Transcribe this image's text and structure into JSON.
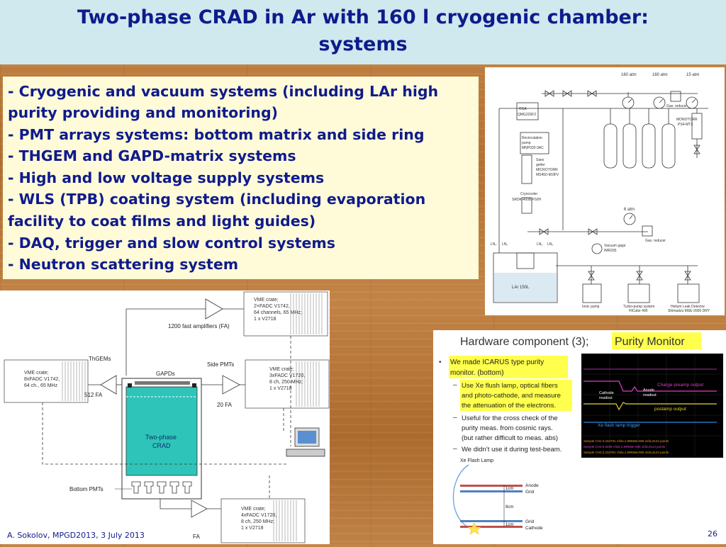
{
  "title": {
    "line1": "Two-phase CRAD in Ar with 160 l cryogenic chamber:",
    "line2": "systems"
  },
  "bullets": [
    "- Cryogenic and vacuum systems (including LAr high",
    "purity providing and monitoring)",
    "- PMT arrays systems: bottom matrix and side ring",
    "- THGEM and GAPD-matrix systems",
    "- High and low voltage supply systems",
    "- WLS (TPB) coating system (including evaporation",
    "facility to coat films and light guides)",
    "- DAQ, trigger and slow control systems",
    "- Neutron scattering system"
  ],
  "cryo_diagram": {
    "gauge_labels": [
      "160 atm",
      "160 atm",
      "15 atm",
      "6 atm"
    ],
    "rga": [
      "RGA",
      "QMG220F2"
    ],
    "recirc": [
      "Recirculation",
      "pump",
      "MNP020-3AC"
    ],
    "getter": [
      "Saes",
      "getter",
      "MICROTORR",
      "MS450-903FV"
    ],
    "cryocooler": [
      "Cryocooler",
      "SRDK-400B-F50H"
    ],
    "gas_reducer": "Gas. reducer",
    "monotorr": [
      "MONOTORR",
      "PS4-MT3"
    ],
    "vacuum_gauge": [
      "Vacuum gage",
      "IMR265"
    ],
    "ln2": "LN₂",
    "lar": "LAr 150L",
    "bottom_labels": [
      [
        "Ionic pump"
      ],
      [
        "Turbo-pump system",
        "HiCube 400"
      ],
      [
        "Helium Leak Detector",
        "Shimadzu MSE-2000 DRY"
      ]
    ]
  },
  "daq_diagram": {
    "vme_top": [
      "VME crate;",
      "2×FADC V1742,",
      "64 channels, 65 MHz;",
      "1 x V2718"
    ],
    "fast_amps": "1200 fast amplifiers (FA)",
    "thgems": "ThGEMs",
    "gapds": "GAPDs",
    "side_pmts": "Side PMTs",
    "vme_left": [
      "VME crate;",
      "8xFADC V1742,",
      "64 ch., 65 MHz"
    ],
    "fa_512": "512 FA",
    "vme_right": [
      "VME crate;",
      "3xFADC V1720,",
      "8 ch, 250 MHz;",
      "1 x V2718"
    ],
    "fa_20": "20 FA",
    "crad_label": [
      "Two-phase",
      "CRAD"
    ],
    "bottom_pmts": "Bottom PMTs",
    "vme_bottom": [
      "VME crate;",
      "4xFADC V1720,",
      "8 ch, 250 MHz;",
      "1 x V2718"
    ],
    "fa": "FA"
  },
  "purity_panel": {
    "heading_prefix": "Hardware component (3); ",
    "heading_highlight": "Purity Monitor",
    "bullet1": [
      "We made ICARUS type purity",
      "monitor. (bottom)"
    ],
    "sub1": [
      "Use Xe flush lamp, optical fibers",
      "and photo-cathode, and measure",
      "the attenuation of the electrons."
    ],
    "sub2": [
      "Useful for the cross check of the",
      "purity meas. from cosmic rays.",
      "(but rather difficult to meas. abs)"
    ],
    "sub3": "We didn’t use it during test-beam.",
    "scope": {
      "charge_preamp": "Charge preamp output",
      "anode": [
        "Anode",
        "readout"
      ],
      "cathode": [
        "Cathode",
        "readout"
      ],
      "postamp": "postamp output",
      "trigger": "Xe flash lamp trigger",
      "samples": [
        "Sample CH1:3.234781 V/div,1.99936e-005 s/div,3124 points",
        "Sample CH3:0.5039 V/div,1.99936e-005 s/div,3124 points",
        "Sample CH4:3.234781 V/div,1.99936e-005 s/div,3124 points"
      ]
    },
    "lamp": {
      "xe_lamp": "Xe Flash Lamp",
      "anode": "Anode",
      "grid_top": "Grid",
      "grid_bottom": "Grid",
      "cathode": "Cathode",
      "gap1": "1cm",
      "gap2": "8cm",
      "gap3": "1cm"
    }
  },
  "footer": {
    "author": "A. Sokolov, MPGD2013, 3 July 2013",
    "page": "26"
  }
}
